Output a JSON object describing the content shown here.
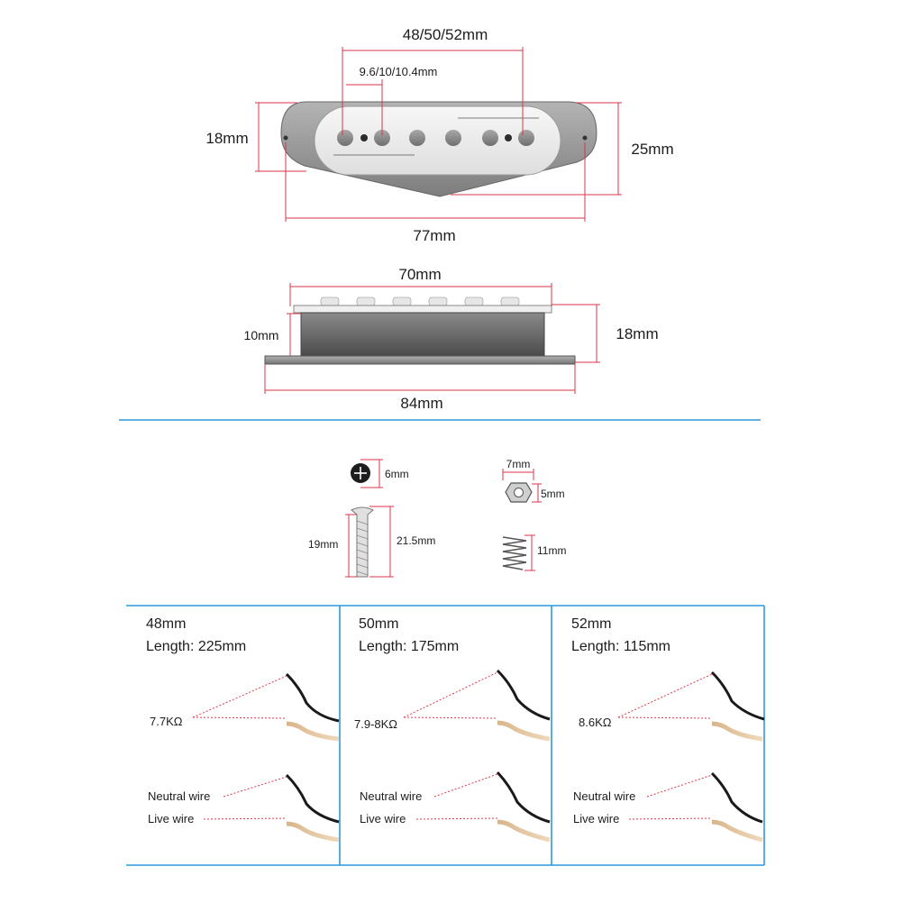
{
  "top_view": {
    "pole_spacing": "48/50/52mm",
    "pole_pitch": "9.6/10/10.4mm",
    "width_left": "18mm",
    "width_right": "25mm",
    "length": "77mm"
  },
  "side_view": {
    "top_length": "70mm",
    "body_height": "10mm",
    "total_height": "18mm",
    "base_length": "84mm"
  },
  "hardware": {
    "screw_head": "6mm",
    "screw_thread": "19mm",
    "screw_total": "21.5mm",
    "nut_width": "7mm",
    "nut_height": "5mm",
    "spring_length": "11mm"
  },
  "panels": [
    {
      "title": "48mm",
      "length": "Length: 225mm",
      "resistance": "7.7KΩ",
      "neutral": "Neutral wire",
      "live": "Live wire"
    },
    {
      "title": "50mm",
      "length": "Length: 175mm",
      "resistance": "7.9-8KΩ",
      "neutral": "Neutral wire",
      "live": "Live wire"
    },
    {
      "title": "52mm",
      "length": "Length: 115mm",
      "resistance": "8.6KΩ",
      "neutral": "Neutral wire",
      "live": "Live wire"
    }
  ],
  "colors": {
    "accent_blue": "#2e9ad8",
    "dimension_red": "#d9364a",
    "pickup_base": "#9e9e9e",
    "pickup_cover": "#ececec"
  }
}
